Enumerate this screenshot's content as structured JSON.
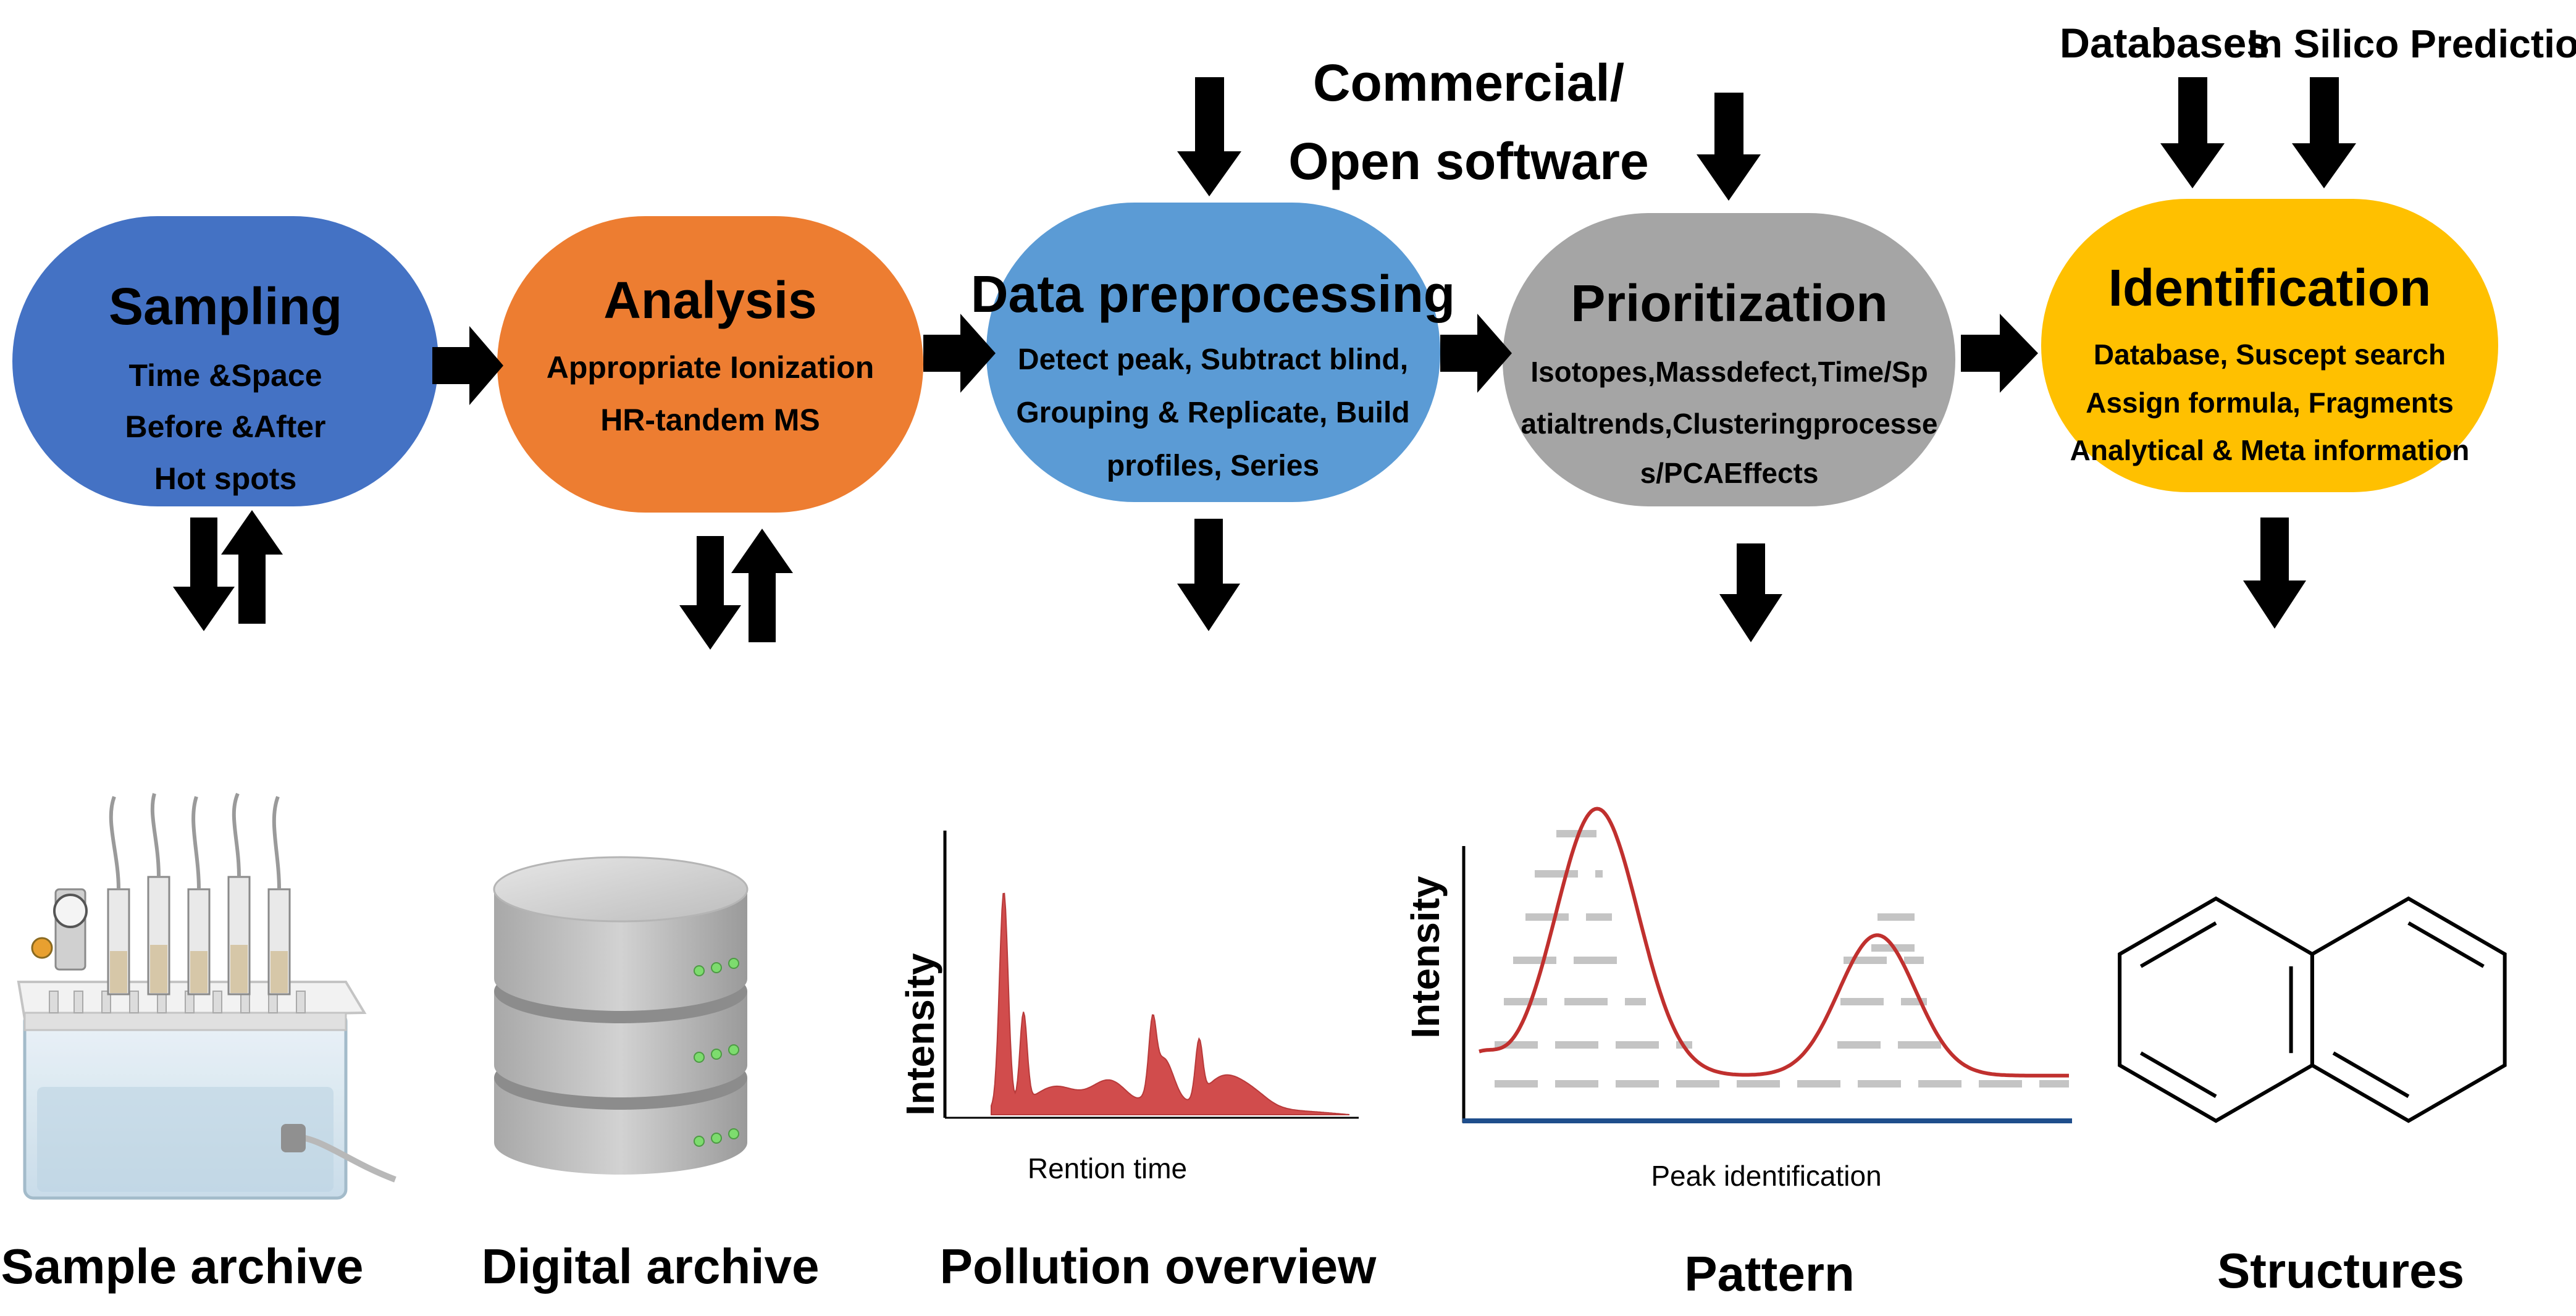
{
  "colors": {
    "sampling": "#4472C4",
    "analysis": "#ED7D31",
    "preprocessing": "#5B9BD5",
    "prioritization": "#A5A5A5",
    "identification": "#FFC000",
    "arrow": "#000000",
    "peak_fill": "#D14C4C",
    "peak_line": "#C0302E",
    "baseline": "#1F4E8C"
  },
  "stages": [
    {
      "id": "sampling",
      "title": "Sampling",
      "lines": [
        "Time &Space",
        "Before &After",
        "Hot spots"
      ]
    },
    {
      "id": "analysis",
      "title": "Analysis",
      "lines": [
        "Appropriate Ionization",
        "HR-tandem MS"
      ]
    },
    {
      "id": "preprocessing",
      "title": "Data preprocessing",
      "lines": [
        "Detect peak, Subtract blind,",
        "Grouping & Replicate, Build",
        "profiles, Series"
      ]
    },
    {
      "id": "prioritization",
      "title": "Prioritization",
      "lines": [
        "Isotopes,Massdefect,Time/Sp",
        "atialtrends,Clusteringprocesse",
        "s/PCAEffects"
      ]
    },
    {
      "id": "identification",
      "title": "Identification",
      "lines": [
        "Database, Suscept search",
        "Assign formula, Fragments",
        "Analytical & Meta information"
      ]
    }
  ],
  "inputs": {
    "software_line1": "Commercial/",
    "software_line2": "Open software",
    "databases": "Databases",
    "in_silico": "In Silico Prediction"
  },
  "outputs": [
    {
      "id": "sample-archive",
      "caption": "Sample archive",
      "icon": "syringe-rack-icon"
    },
    {
      "id": "digital-archive",
      "caption": "Digital archive",
      "icon": "database-icon"
    },
    {
      "id": "pollution-overview",
      "caption": "Pollution overview",
      "icon": "chromatogram-icon"
    },
    {
      "id": "pattern",
      "caption": "Pattern",
      "icon": "peak-pattern-icon"
    },
    {
      "id": "structures",
      "caption": "Structures",
      "icon": "naphthalene-icon"
    }
  ],
  "chromatogram": {
    "ylabel": "Intensity",
    "xlabel": "Rention time"
  },
  "pattern_plot": {
    "ylabel": "Intensity",
    "xlabel": "Peak identification"
  }
}
